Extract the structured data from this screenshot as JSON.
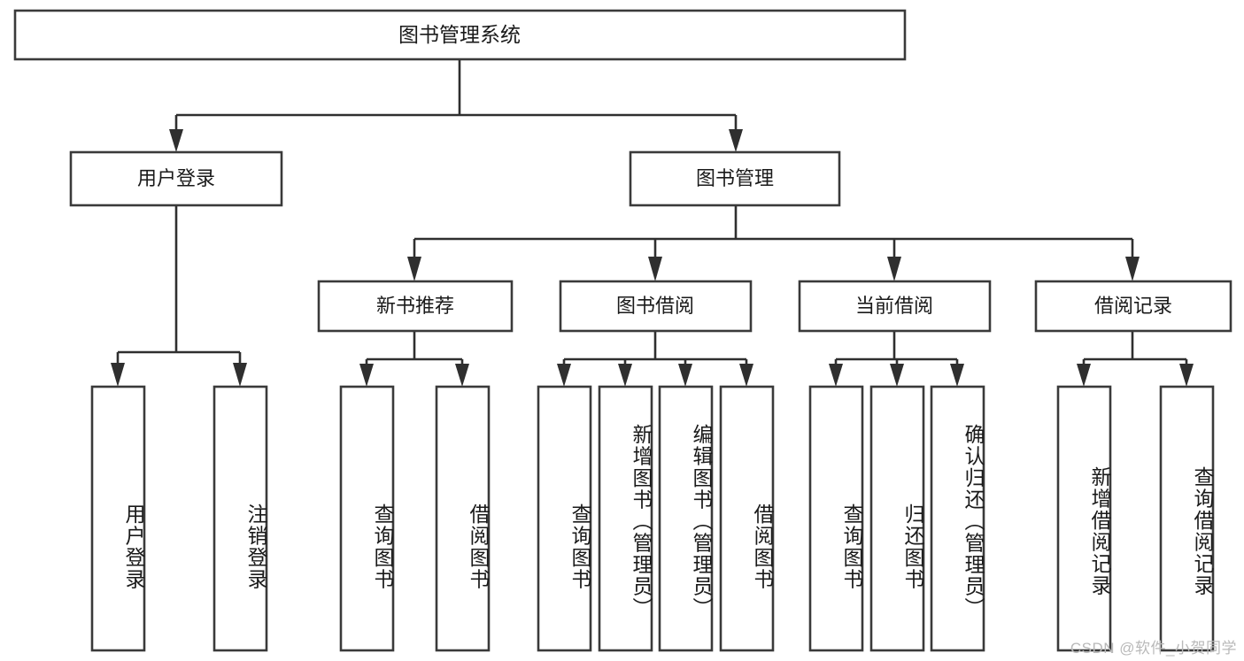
{
  "diagram": {
    "title": "图书管理系统",
    "type": "tree",
    "watermark": "CSDN @软件_小贺同学",
    "colors": {
      "box_stroke": "#3a3a3a",
      "connector": "#2f2f2f",
      "background": "#ffffff",
      "text": "#1a1a1a",
      "watermark": "#b9b9b9"
    },
    "root": {
      "label": "图书管理系统"
    },
    "level2": [
      {
        "label": "用户登录"
      },
      {
        "label": "图书管理"
      }
    ],
    "level3": [
      {
        "label": "新书推荐"
      },
      {
        "label": "图书借阅"
      },
      {
        "label": "当前借阅"
      },
      {
        "label": "借阅记录"
      }
    ],
    "leaves": {
      "user_login": [
        {
          "label": "用户登录"
        },
        {
          "label": "注销登录"
        }
      ],
      "new_book": [
        {
          "label": "查询图书"
        },
        {
          "label": "借阅图书"
        }
      ],
      "book_borrow": [
        {
          "label": "查询图书"
        },
        {
          "label": "新增图书（管理员）"
        },
        {
          "label": "编辑图书（管理员）"
        },
        {
          "label": "借阅图书"
        }
      ],
      "current_borrow": [
        {
          "label": "查询图书"
        },
        {
          "label": "归还图书"
        },
        {
          "label": "确认归还（管理员）"
        }
      ],
      "borrow_record": [
        {
          "label": "新增借阅记录"
        },
        {
          "label": "查询借阅记录"
        }
      ]
    }
  },
  "chart_data": {
    "type": "table",
    "title": "图书管理系统 功能结构图",
    "nodes": [
      {
        "id": "root",
        "label": "图书管理系统",
        "level": 0,
        "parent": null
      },
      {
        "id": "user-login",
        "label": "用户登录",
        "level": 1,
        "parent": "root"
      },
      {
        "id": "book-manage",
        "label": "图书管理",
        "level": 1,
        "parent": "root"
      },
      {
        "id": "leaf-user-login",
        "label": "用户登录",
        "level": 2,
        "parent": "user-login"
      },
      {
        "id": "leaf-user-logout",
        "label": "注销登录",
        "level": 2,
        "parent": "user-login"
      },
      {
        "id": "new-book",
        "label": "新书推荐",
        "level": 2,
        "parent": "book-manage"
      },
      {
        "id": "book-borrow",
        "label": "图书借阅",
        "level": 2,
        "parent": "book-manage"
      },
      {
        "id": "current-borrow",
        "label": "当前借阅",
        "level": 2,
        "parent": "book-manage"
      },
      {
        "id": "borrow-record",
        "label": "借阅记录",
        "level": 2,
        "parent": "book-manage"
      },
      {
        "id": "nb-query",
        "label": "查询图书",
        "level": 3,
        "parent": "new-book"
      },
      {
        "id": "nb-borrow",
        "label": "借阅图书",
        "level": 3,
        "parent": "new-book"
      },
      {
        "id": "bb-query",
        "label": "查询图书",
        "level": 3,
        "parent": "book-borrow"
      },
      {
        "id": "bb-add",
        "label": "新增图书（管理员）",
        "level": 3,
        "parent": "book-borrow"
      },
      {
        "id": "bb-edit",
        "label": "编辑图书（管理员）",
        "level": 3,
        "parent": "book-borrow"
      },
      {
        "id": "bb-borrow",
        "label": "借阅图书",
        "level": 3,
        "parent": "book-borrow"
      },
      {
        "id": "cb-query",
        "label": "查询图书",
        "level": 3,
        "parent": "current-borrow"
      },
      {
        "id": "cb-return",
        "label": "归还图书",
        "level": 3,
        "parent": "current-borrow"
      },
      {
        "id": "cb-confirm",
        "label": "确认归还（管理员）",
        "level": 3,
        "parent": "current-borrow"
      },
      {
        "id": "br-add",
        "label": "新增借阅记录",
        "level": 3,
        "parent": "borrow-record"
      },
      {
        "id": "br-query",
        "label": "查询借阅记录",
        "level": 3,
        "parent": "borrow-record"
      }
    ]
  }
}
